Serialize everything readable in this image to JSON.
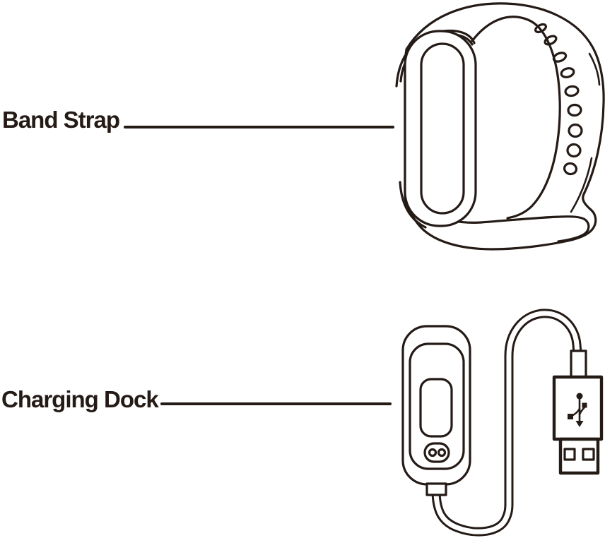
{
  "colors": {
    "ink": "#241a16",
    "background": "#ffffff"
  },
  "diagram": {
    "type": "device-parts-diagram",
    "parts": [
      {
        "label": "Band Strap",
        "illustration": "fitness band with display module and strap holes"
      },
      {
        "label": "Charging Dock",
        "illustration": "charging cradle with cable and USB-A plug"
      }
    ],
    "icons": [
      {
        "name": "usb-trident-icon",
        "location": "usb plug face"
      }
    ]
  }
}
